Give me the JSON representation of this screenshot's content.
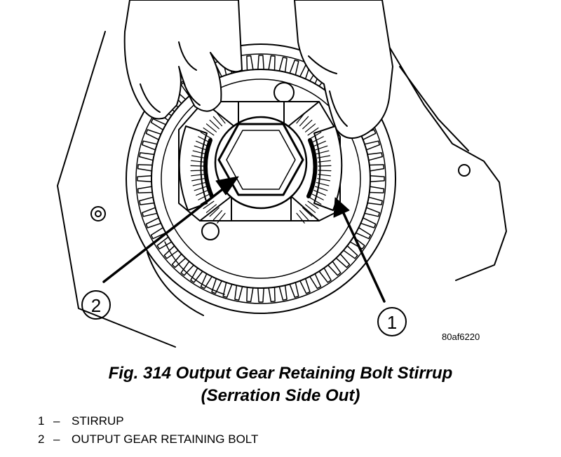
{
  "figure_id": "80af6220",
  "callouts": [
    "1",
    "2"
  ],
  "caption": {
    "line1": "Fig. 314 Output Gear Retaining Bolt Stirrup",
    "line2": "(Serration Side Out)"
  },
  "legend": [
    {
      "num": "1",
      "sep": "–",
      "label": "STIRRUP"
    },
    {
      "num": "2",
      "sep": "–",
      "label": "OUTPUT GEAR RETAINING BOLT"
    }
  ]
}
